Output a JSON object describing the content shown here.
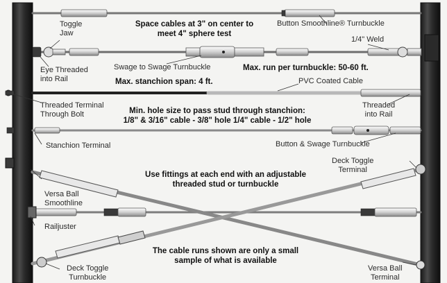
{
  "labels": {
    "toggle_jaw": [
      "Toggle",
      "Jaw"
    ],
    "eye_threaded": [
      "Eye Threaded",
      "into Rail"
    ],
    "swage_turnbuckle": "Swage to Swage Turnbuckle",
    "button_smoothline": "Button Smoothline® Turnbuckle",
    "quarter_weld": "1/4\" Weld",
    "pvc_coated": "PVC Coated Cable",
    "threaded_terminal_bolt": [
      "Threaded Terminal",
      "Through Bolt"
    ],
    "threaded_into_rail": [
      "Threaded",
      "into Rail"
    ],
    "stanchion_terminal": "Stanchion Terminal",
    "button_swage": "Button & Swage Turnbuckle",
    "deck_toggle_terminal": [
      "Deck Toggle",
      "Terminal"
    ],
    "versa_ball_smoothline": [
      "Versa Ball",
      "Smoothline"
    ],
    "railjuster": "Railjuster",
    "deck_toggle_turnbuckle": [
      "Deck Toggle",
      "Turnbuckle"
    ],
    "versa_ball_terminal": [
      "Versa Ball",
      "Terminal"
    ]
  },
  "notes": {
    "spacing": [
      "Space cables at 3\" on center to",
      "meet 4\" sphere test"
    ],
    "max_run": "Max. run per turnbuckle: 50-60 ft.",
    "max_span": "Max. stanchion span: 4 ft.",
    "min_hole": [
      "Min. hole size to pass stud through stanchion:",
      "1/8\" & 3/16\" cable - 3/8\" hole 1/4\" cable - 1/2\" hole"
    ],
    "fittings": [
      "Use fittings at each end with an adjustable",
      "threaded stud or turnbuckle"
    ],
    "sample": [
      "The cable runs shown are only a small",
      "sample of what is available"
    ]
  }
}
